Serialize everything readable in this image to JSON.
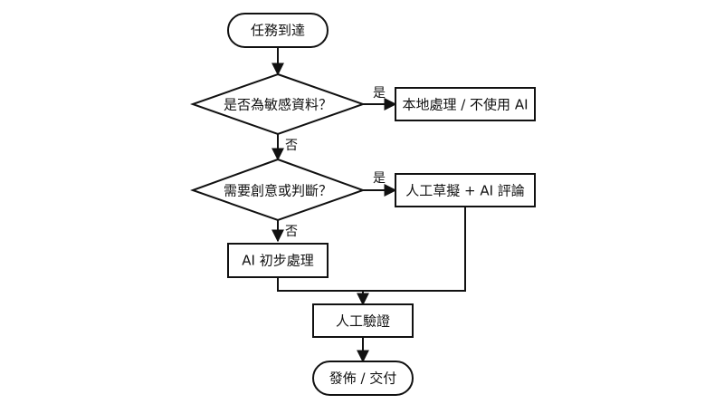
{
  "nodes": {
    "start": "任務到達",
    "decision_sensitive": "是否為敏感資料？",
    "local_processing": "本地處理 / 不使用 AI",
    "decision_creative": "需要創意或判斷？",
    "human_draft_ai_review": "人工草擬 + AI 評論",
    "ai_initial_processing": "AI 初步處理",
    "human_verification": "人工驗證",
    "end": "發佈 / 交付"
  },
  "edge_labels": {
    "sensitive_yes": "是",
    "sensitive_no": "否",
    "creative_yes": "是",
    "creative_no": "否"
  },
  "colors": {
    "stroke": "#111111",
    "fill": "#ffffff",
    "background": "#ffffff"
  }
}
